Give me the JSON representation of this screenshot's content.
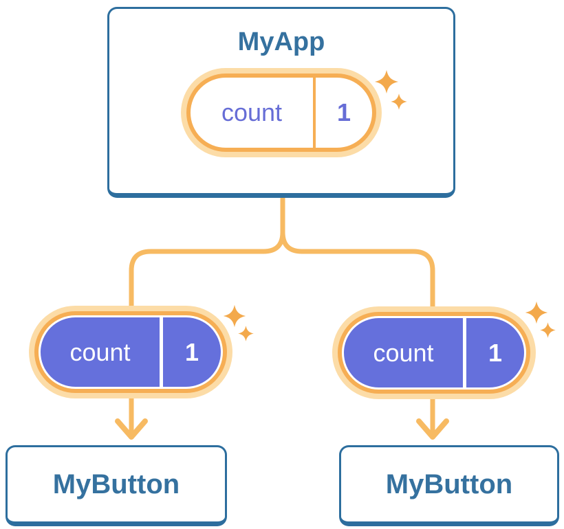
{
  "diagram": {
    "root": {
      "title": "MyApp",
      "state": {
        "label": "count",
        "value": "1"
      }
    },
    "children": [
      {
        "title": "MyButton",
        "prop": {
          "label": "count",
          "value": "1"
        }
      },
      {
        "title": "MyButton",
        "prop": {
          "label": "count",
          "value": "1"
        }
      }
    ]
  },
  "colors": {
    "card-border": "#2d6e9e",
    "card-text": "#35719f",
    "pill-purple": "#6570dc",
    "pill-text-purple": "#666dd6",
    "pill-ring": "#f6ae54",
    "pill-halo": "#fcdca7",
    "connector": "#f7ba62",
    "sparkle": "#f3a94c",
    "background": "#ffffff"
  }
}
